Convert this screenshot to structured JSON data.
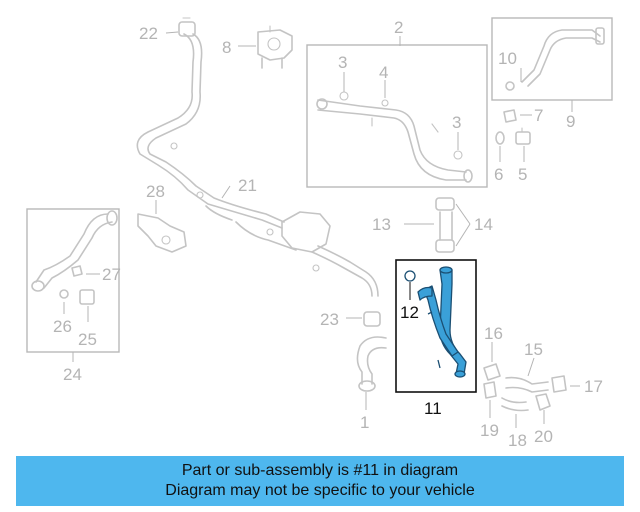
{
  "highlight": {
    "color": "#3aa0d8",
    "outline": "#1b4f73",
    "box_color": "#111111"
  },
  "banner": {
    "color": "#4eb7ee",
    "line1": "Part or sub-assembly is #11 in diagram",
    "line2": "Diagram may not be specific to your vehicle"
  },
  "callouts": {
    "c1": "1",
    "c2": "2",
    "c3a": "3",
    "c3b": "3",
    "c4": "4",
    "c5": "5",
    "c6": "6",
    "c7": "7",
    "c8": "8",
    "c9": "9",
    "c10": "10",
    "c11": "11",
    "c12": "12",
    "c13": "13",
    "c14": "14",
    "c15": "15",
    "c16": "16",
    "c17": "17",
    "c18": "18",
    "c19": "19",
    "c20": "20",
    "c21": "21",
    "c22": "22",
    "c23": "23",
    "c24": "24",
    "c25": "25",
    "c26": "26",
    "c27": "27",
    "c28": "28"
  }
}
